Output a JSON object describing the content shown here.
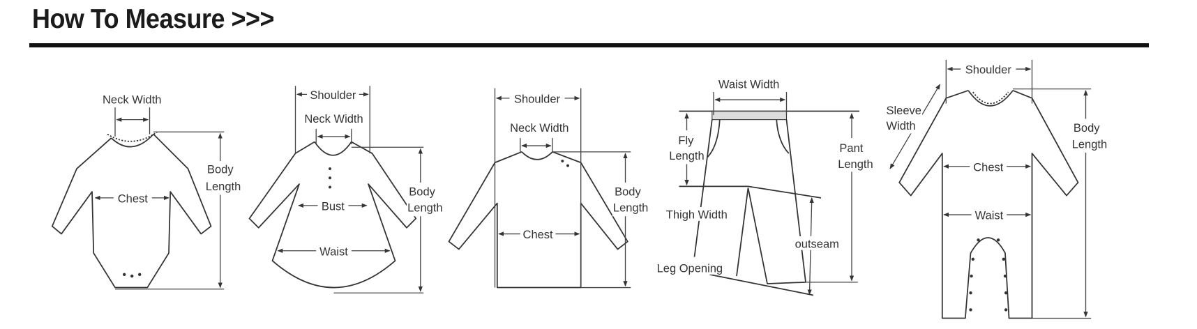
{
  "header": {
    "title": "How To Measure >>>"
  },
  "figures": {
    "bodysuit": {
      "neck_width": "Neck Width",
      "chest": "Chest",
      "body": "Body",
      "length": "Length"
    },
    "dress": {
      "shoulder": "Shoulder",
      "neck_width": "Neck Width",
      "bust": "Bust",
      "waist": "Waist",
      "body": "Body",
      "length": "Length"
    },
    "sweater": {
      "shoulder": "Shoulder",
      "neck_width": "Neck Width",
      "chest": "Chest",
      "body": "Body",
      "length": "Length"
    },
    "pants": {
      "waist_width": "Waist Width",
      "fly": "Fly",
      "fly_length": "Length",
      "pant": "Pant",
      "pant_length": "Length",
      "thigh_width": "Thigh Width",
      "outseam": "outseam",
      "leg_opening": "Leg Opening"
    },
    "romper": {
      "shoulder": "Shoulder",
      "sleeve": "Sleeve",
      "sleeve_width": "Width",
      "chest": "Chest",
      "waist": "Waist",
      "body": "Body",
      "length": "Length"
    }
  }
}
